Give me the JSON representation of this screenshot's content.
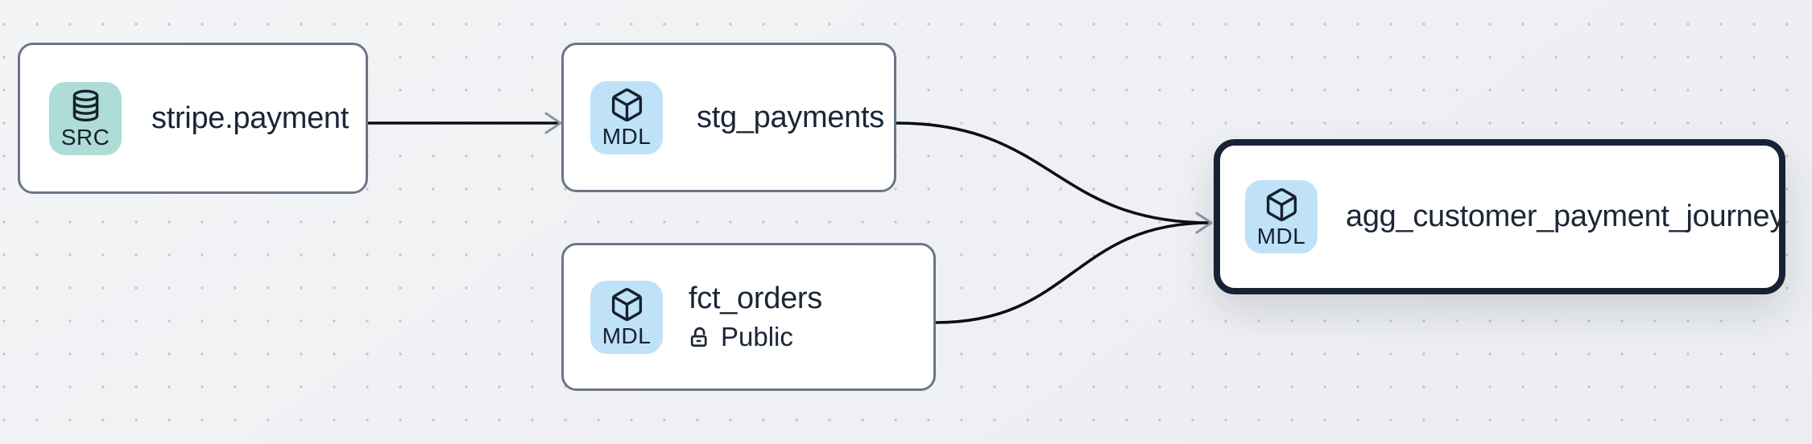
{
  "canvas": {
    "background_color": "#eff1f4",
    "dot_color": "#c2c5cd"
  },
  "nodes": [
    {
      "id": "stripe.payment",
      "title": "stripe.payment",
      "badge": {
        "label": "SRC",
        "icon": "database-icon",
        "color": "#aedcd7"
      },
      "selected": false
    },
    {
      "id": "stg_payments",
      "title": "stg_payments",
      "badge": {
        "label": "MDL",
        "icon": "cube-icon",
        "color": "#bfe2f8"
      },
      "selected": false
    },
    {
      "id": "fct_orders",
      "title": "fct_orders",
      "subtitle": "Public",
      "subtitle_icon": "lock-open-icon",
      "badge": {
        "label": "MDL",
        "icon": "cube-icon",
        "color": "#bfe2f8"
      },
      "selected": false
    },
    {
      "id": "agg_customer_payment_journey",
      "title": "agg_customer_payment_journey",
      "badge": {
        "label": "MDL",
        "icon": "cube-icon",
        "color": "#bfe2f8"
      },
      "selected": true
    }
  ],
  "edges": [
    {
      "from": "stripe.payment",
      "to": "stg_payments"
    },
    {
      "from": "stg_payments",
      "to": "agg_customer_payment_journey"
    },
    {
      "from": "fct_orders",
      "to": "agg_customer_payment_journey"
    }
  ],
  "colors": {
    "edge": "#0b0e13",
    "arrowhead": "#8b95a5",
    "node_border": "#6b7585",
    "selected_node_border": "#182235",
    "title_text": "#1b2636"
  }
}
